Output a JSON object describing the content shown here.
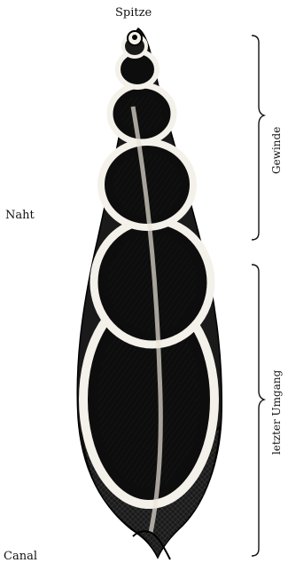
{
  "labels": {
    "apex": "Spitze",
    "suture": "Naht",
    "canal": "Canal",
    "spire": "Gewinde",
    "body_whorl": "letzter Umgang"
  }
}
